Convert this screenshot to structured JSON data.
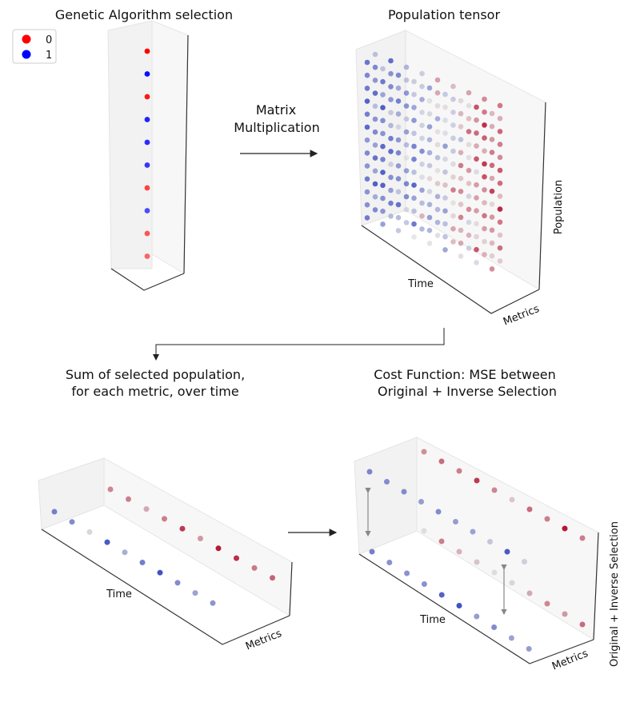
{
  "titles": {
    "selection": "Genetic Algorithm selection",
    "population": "Population tensor",
    "sum": [
      "Sum of selected population,",
      "for each metric, over time"
    ],
    "cost": [
      "Cost Function: MSE between",
      "Original + Inverse Selection"
    ]
  },
  "operation": [
    "Matrix",
    "Multiplication"
  ],
  "legend": [
    {
      "label": "0",
      "color": "#ff0000"
    },
    {
      "label": "1",
      "color": "#0000ff"
    }
  ],
  "axis_labels": {
    "time": "Time",
    "metrics": "Metrics",
    "population": "Population",
    "original_inverse": "Original + Inverse Selection"
  },
  "colors": {
    "red": "#ff0000",
    "blue": "#0000ff",
    "coolwarm_low": "#3b4cc0",
    "coolwarm_mid": "#dddddd",
    "coolwarm_high": "#b40426",
    "arrow": "#222222",
    "double_arrow": "#888888"
  },
  "chart_data": {
    "type": "scatter",
    "selection_vector": [
      0,
      1,
      0,
      1,
      1,
      1,
      0,
      1,
      0,
      0
    ]
  }
}
